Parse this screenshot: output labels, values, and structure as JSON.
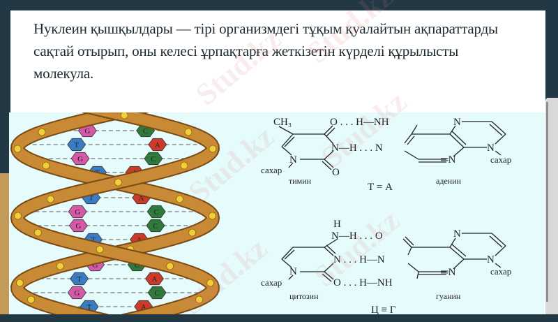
{
  "slide": {
    "paragraph": "Нуклеин қышқылдары — тірі организмдегі тұқым қуалайтын ақпараттарды сақтай отырып, оны келесі ұрпақтарға жеткізетін күрделі құрылысты молекула."
  },
  "dna": {
    "pairs": [
      [
        "G",
        "C"
      ],
      [
        "T",
        "A"
      ],
      [
        "G",
        "C"
      ],
      [
        "T",
        "A"
      ],
      [
        "T",
        "A"
      ],
      [
        "G",
        "C"
      ],
      [
        "G",
        "C"
      ],
      [
        "T",
        "A"
      ],
      [
        "G",
        "C"
      ],
      [
        "T",
        "A"
      ],
      [
        "G",
        "C"
      ],
      [
        "T",
        "A"
      ]
    ],
    "colors": {
      "A": "#cc3a2a",
      "T": "#3a7cc4",
      "G": "#d45aa8",
      "C": "#2f7a3a",
      "backbone": "#c98a35",
      "phosphate": "#f2cf3a"
    }
  },
  "chem": {
    "top": {
      "ch3": "CH₃",
      "o_h_nh": "O . . . H—NH",
      "n_h_n": "N—H . . . N",
      "n": "N",
      "eq_n": "═N",
      "o": "O",
      "sugar": "сахар",
      "left_name": "тимин",
      "right_name": "аденин",
      "pair": "Т = А"
    },
    "bottom": {
      "h": "H",
      "n_h_o": "N—H . . . O",
      "n_h_n": "N . . . H—N",
      "o_h_nh": "O . . . H—NH",
      "n": "N",
      "eq_n": "═N",
      "sugar": "сахар",
      "left_name": "цитозин",
      "right_name": "гуанин",
      "pair": "Ц ≡ Г"
    }
  },
  "watermark": "Stud.kz"
}
